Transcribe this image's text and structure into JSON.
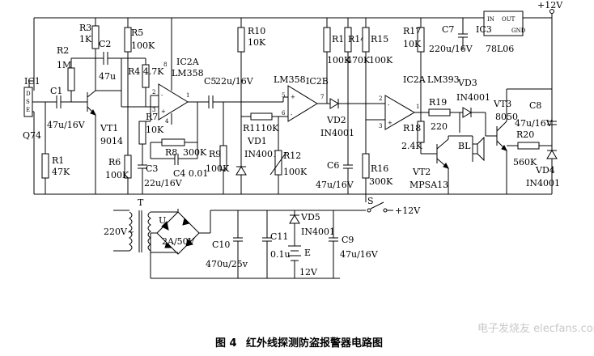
{
  "labels": {
    "ic1": "IC1",
    "d": "D",
    "s": "S",
    "e": "E",
    "q74": "Q74",
    "c1": "C1",
    "c1v": "47u/16V",
    "r1": "R1",
    "r1v": "47K",
    "r2": "R2",
    "r2v": "1M",
    "r3": "R3",
    "r3v": "1K",
    "c2": "C2",
    "c2v": "47u",
    "vt1": "VT1",
    "vt1v": "9014",
    "r5": "R5",
    "r5v": "100K",
    "r4": "R4 4.7K",
    "r6": "R6",
    "r6v": "100K",
    "r7": "R7",
    "r7v": "10K",
    "r8": "R8",
    "r8v": "300K",
    "c3": "C3",
    "c3v": "22u/16V",
    "c4": "C4 0.01",
    "ic2a": "IC2A",
    "lm358a": "LM358",
    "c5": "C5",
    "c5v": "22u/16V",
    "r9": "R9",
    "r9v": "100K",
    "r10": "R10",
    "r10v": "10K",
    "r11": "R1110K",
    "vd1": "VD1",
    "vd1v": "IN4001",
    "r12": "R12",
    "r12v": "100K",
    "lm358b": "LM358",
    "ic2b": "IC2B",
    "r13": "R13",
    "r13v": "100K",
    "r14": "R14",
    "r14v": "470K",
    "r15": "R15",
    "r15v": "100K",
    "vd2": "VD2",
    "vd2v": "IN4001",
    "c6": "C6",
    "c6v": "47u/16V",
    "r16": "R16",
    "r16v": "300K",
    "r17": "R17",
    "r17v": "10K",
    "c7": "C7",
    "c7v": "220u/16V",
    "ic3": "IC3",
    "ic3v": "78L06",
    "ic3_in": "IN",
    "ic3_out": "OUT",
    "ic3_gnd": "GND",
    "v12": "+12V",
    "ic2a2": "IC2A",
    "lm393": "LM393",
    "r19": "R19",
    "r19v": "220",
    "r18": "R18",
    "r18v": "2.4K",
    "vd3": "VD3",
    "vd3v": "IN4001",
    "vt3": "VT3",
    "vt3v": "8050",
    "c8": "C8",
    "c8v": "47u/16V",
    "bl": "BL",
    "r20": "R20",
    "r20v": "560K",
    "vd4": "VD4",
    "vd4v": "IN4001",
    "vt2": "VT2",
    "vt2v": "MPSA13",
    "s_sw": "S",
    "v12b": "+12V",
    "v220": "220V~",
    "t": "T",
    "u": "U",
    "bridge": "2A/50V",
    "c10": "C10",
    "c10v": "470u/25v",
    "c11": "C11",
    "c11v": "0.1u",
    "vd5": "VD5",
    "vd5v": "IN4001",
    "bat": "E",
    "batv": "12V",
    "c9": "C9",
    "c9v": "47u/16V",
    "pin_plus": "+",
    "pin_minus": "-",
    "pin3": "3",
    "pin2": "2",
    "pin1": "1",
    "pin5": "5",
    "pin6": "6",
    "pin7": "7",
    "pin8": "8",
    "pin4": "4"
  },
  "caption": {
    "figure": "图 4",
    "title": "红外线探测防盗报警器电路图"
  },
  "watermark": "电子发烧友 elecfans.com"
}
